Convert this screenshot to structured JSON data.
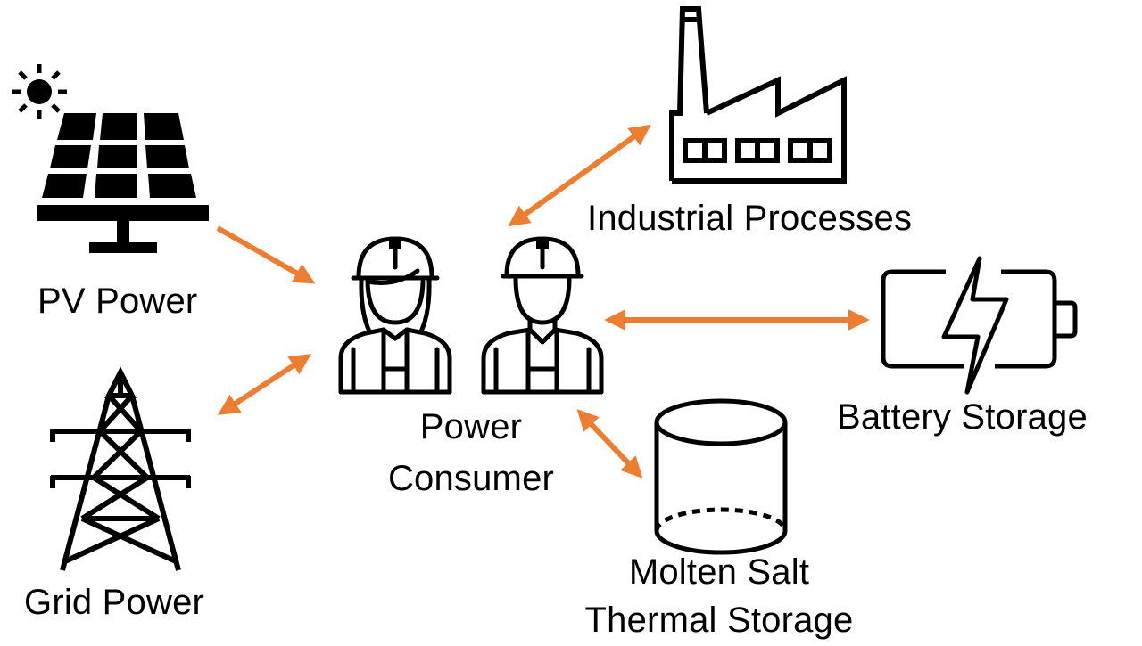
{
  "colors": {
    "arrow": "#ED7D31",
    "icon": "#000000",
    "background": "#FFFFFF"
  },
  "nodes": {
    "pv": {
      "label": "PV Power",
      "icon": "solar-panel-icon"
    },
    "grid": {
      "label": "Grid Power",
      "icon": "transmission-tower-icon"
    },
    "consumer": {
      "label_line1": "Power",
      "label_line2": "Consumer",
      "icon": "workers-icon"
    },
    "industrial": {
      "label": "Industrial Processes",
      "icon": "factory-icon"
    },
    "battery": {
      "label": "Battery Storage",
      "icon": "battery-icon"
    },
    "thermal": {
      "label_line1": "Molten Salt",
      "label_line2": "Thermal Storage",
      "icon": "tank-icon"
    }
  },
  "edges": [
    {
      "from": "pv",
      "to": "consumer",
      "direction": "one-way"
    },
    {
      "from": "grid",
      "to": "consumer",
      "direction": "two-way"
    },
    {
      "from": "consumer",
      "to": "industrial",
      "direction": "two-way"
    },
    {
      "from": "consumer",
      "to": "battery",
      "direction": "two-way"
    },
    {
      "from": "consumer",
      "to": "thermal",
      "direction": "two-way"
    }
  ]
}
